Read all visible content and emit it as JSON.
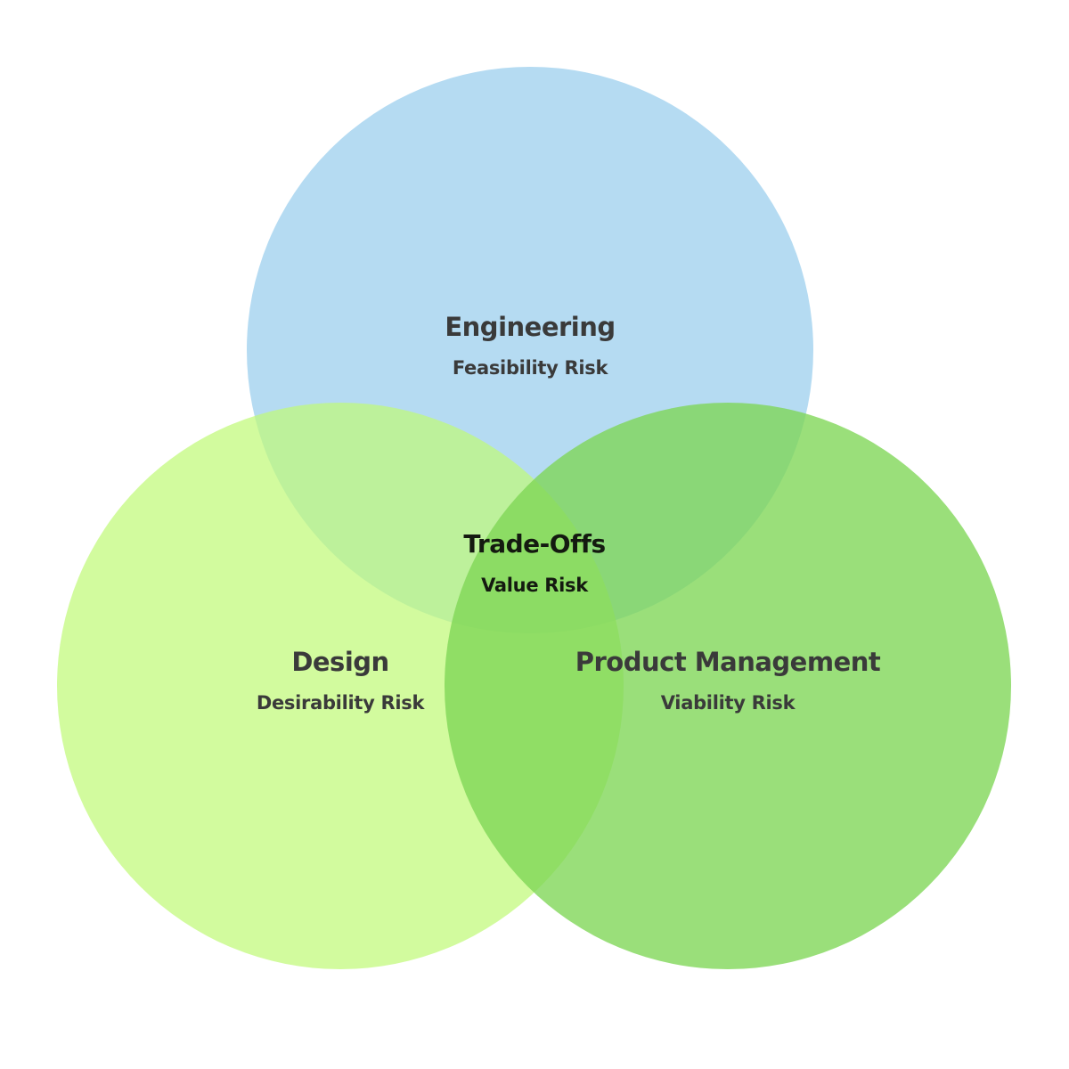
{
  "diagram": {
    "type": "venn",
    "background_color": "#ffffff",
    "text_color": "#3a3a3a",
    "center_text_color": "#141a10",
    "sets": [
      {
        "id": "engineering",
        "title": "Engineering",
        "subtitle": "Feasibility Risk",
        "color": "#b5dbf2"
      },
      {
        "id": "design",
        "title": "Design",
        "subtitle": "Desirability Risk",
        "color": "#c0fa78"
      },
      {
        "id": "product",
        "title": "Product Management",
        "subtitle": "Viability Risk",
        "color": "#7dd655"
      }
    ],
    "intersection": {
      "title": "Trade-Offs",
      "subtitle": "Value Risk"
    }
  }
}
